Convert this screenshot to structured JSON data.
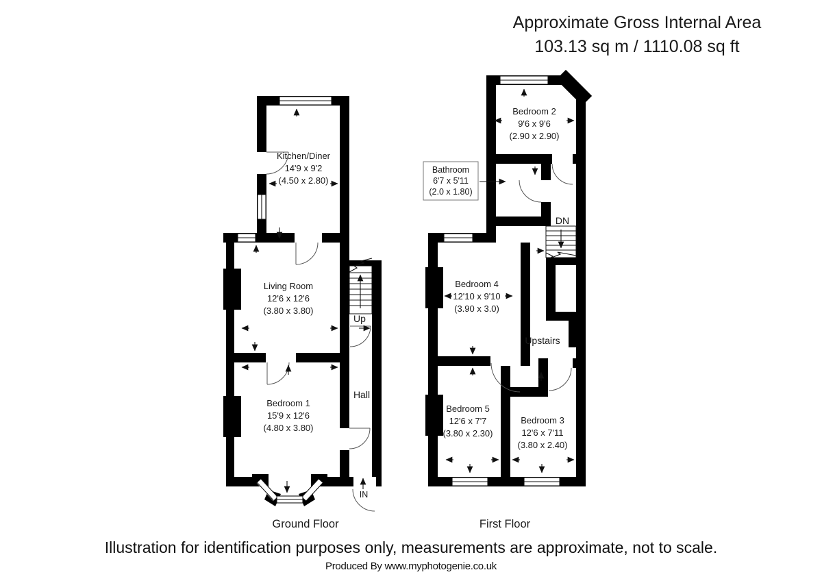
{
  "header": {
    "line1": "Approximate Gross Internal Area",
    "line2": "103.13 sq m / 1110.08 sq ft"
  },
  "ground_floor": {
    "label": "Ground Floor",
    "rooms": {
      "kitchen": {
        "name": "Kitchen/Diner",
        "imperial": "14'9 x 9'2",
        "metric": "(4.50 x 2.80)"
      },
      "living": {
        "name": "Living Room",
        "imperial": "12'6 x 12'6",
        "metric": "(3.80 x 3.80)"
      },
      "bedroom1": {
        "name": "Bedroom 1",
        "imperial": "15'9 x 12'6",
        "metric": "(4.80 x 3.80)"
      }
    },
    "hall_label": "Hall",
    "stairs_label": "Up",
    "entrance_label": "IN"
  },
  "first_floor": {
    "label": "First Floor",
    "rooms": {
      "bedroom2": {
        "name": "Bedroom 2",
        "imperial": "9'6 x 9'6",
        "metric": "(2.90 x 2.90)"
      },
      "bathroom": {
        "name": "Bathroom",
        "imperial": "6'7 x 5'11",
        "metric": "(2.0 x 1.80)"
      },
      "bedroom4": {
        "name": "Bedroom 4",
        "imperial": "12'10 x 9'10",
        "metric": "(3.90 x 3.0)"
      },
      "bedroom5": {
        "name": "Bedroom 5",
        "imperial": "12'6 x 7'7",
        "metric": "(3.80 x 2.30)"
      },
      "bedroom3": {
        "name": "Bedroom 3",
        "imperial": "12'6 x 7'11",
        "metric": "(3.80 x 2.40)"
      }
    },
    "stairs_label": "DN",
    "landing_label": "Upstairs"
  },
  "footer": {
    "disclaimer": "Illustration for identification purposes only, measurements are approximate, not to scale.",
    "credit": "Produced By www.myphotogenie.co.uk"
  },
  "colors": {
    "walls": "#000000",
    "text": "#1a1a1a",
    "background": "#ffffff"
  }
}
